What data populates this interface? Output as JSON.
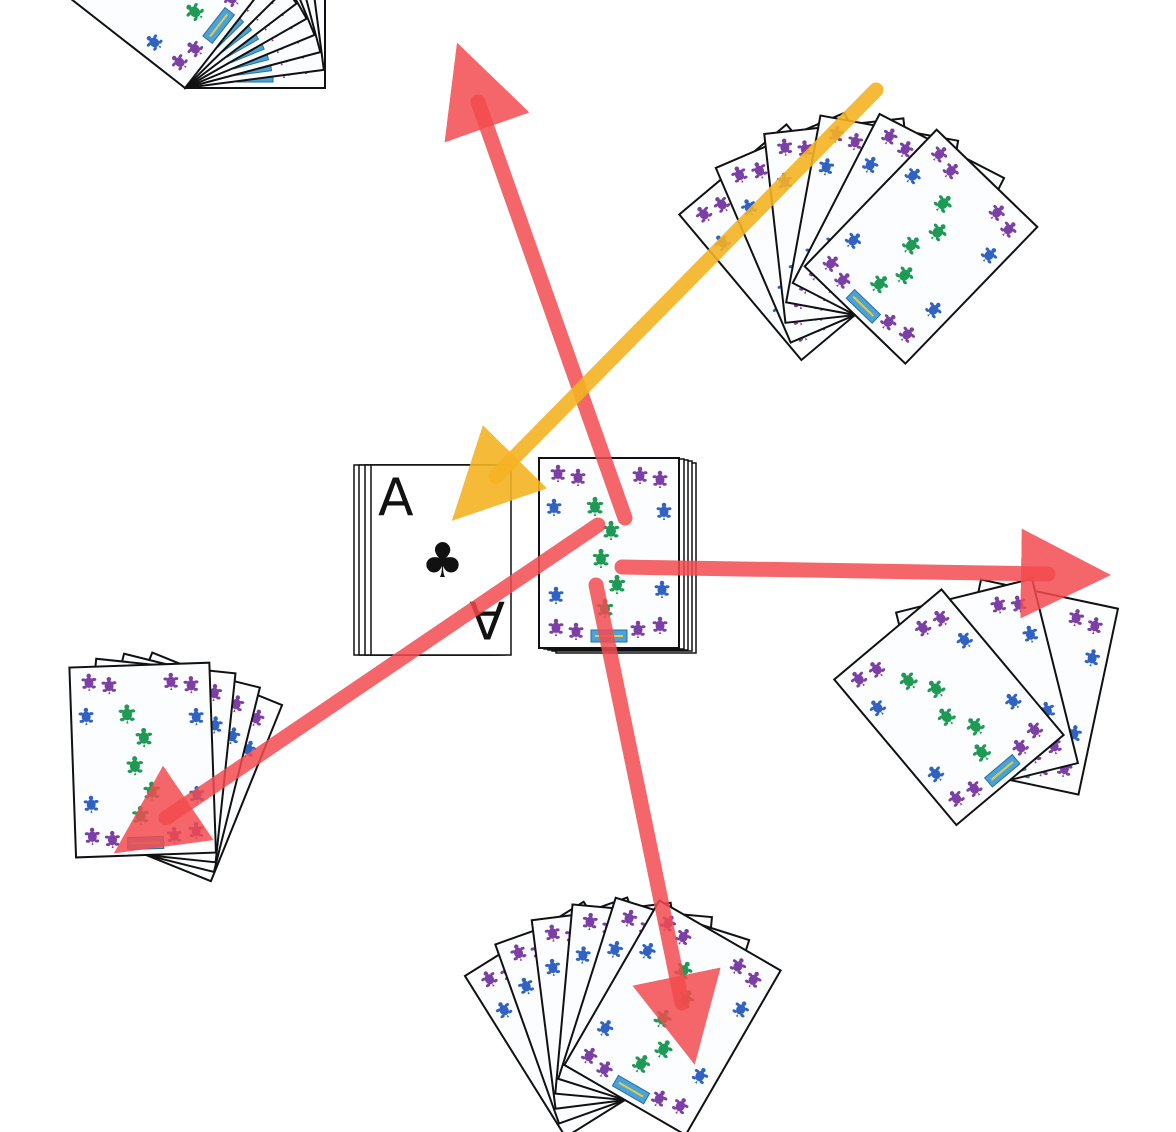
{
  "game": "card-dealing-diagram",
  "card_back": {
    "pattern": "turtle-border",
    "turtle_colors": [
      "#7b3fa6",
      "#2f62c2",
      "#1f9a55"
    ],
    "label_color": "#4aa3d8",
    "background": "#fbfdff"
  },
  "face_up_card": {
    "rank": "A",
    "suit": "♣",
    "suit_name": "clubs"
  },
  "draw_pile": {
    "role": "stock"
  },
  "arrows": {
    "deal_color": "#f24b4f",
    "return_color": "#f5b324",
    "deal_targets": [
      "top-left-hand",
      "right-hand",
      "bottom-hand",
      "left-hand"
    ],
    "return_source": "top-right-hand"
  },
  "hands": [
    {
      "id": "top-left-hand",
      "cards": 8
    },
    {
      "id": "top-right-hand",
      "cards": 6
    },
    {
      "id": "right-hand",
      "cards": 3
    },
    {
      "id": "bottom-hand",
      "cards": 6
    },
    {
      "id": "left-hand",
      "cards": 4
    }
  ]
}
